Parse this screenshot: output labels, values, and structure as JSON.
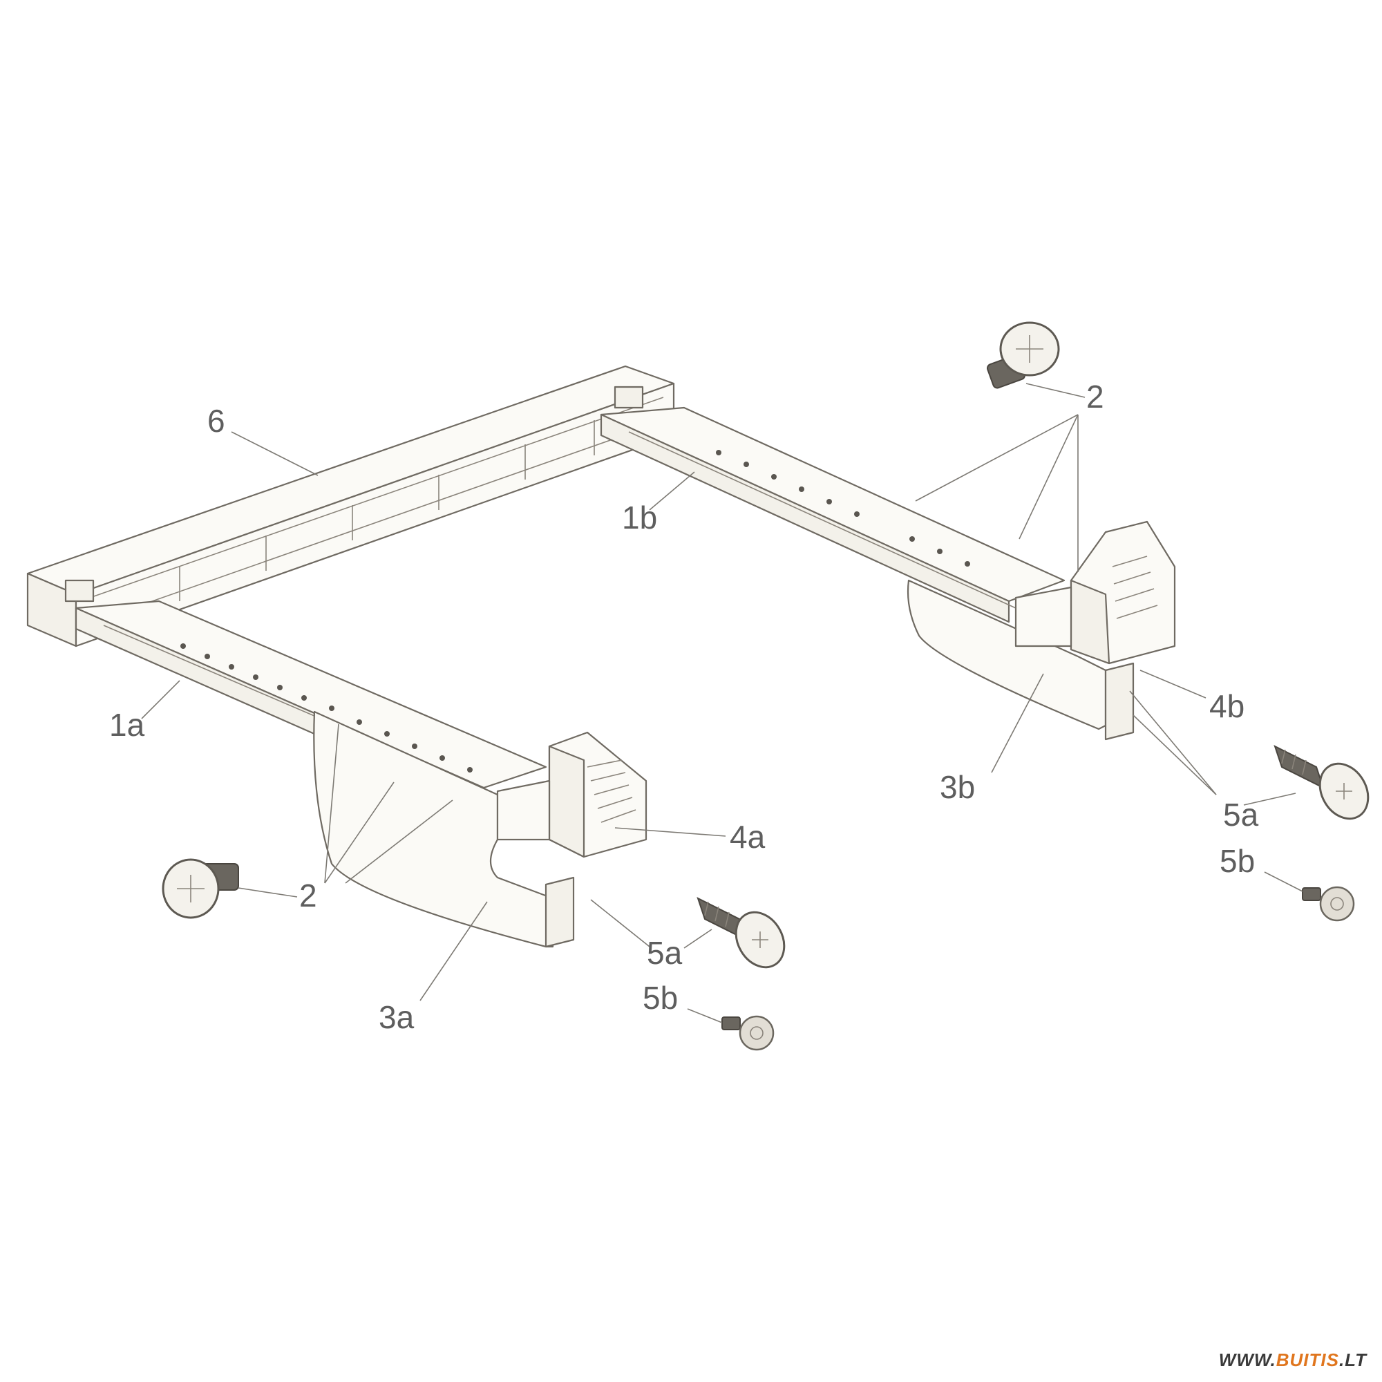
{
  "diagram": {
    "labels": {
      "frame_rear": "6",
      "rail_left": "1a",
      "rail_right": "1b",
      "bolt_top": "2",
      "bolt_left": "2",
      "bracket_left": "3a",
      "bracket_right": "3b",
      "foot_left": "4a",
      "foot_right": "4b",
      "screw_a_left": "5a",
      "screw_a_right": "5a",
      "screw_b_left": "5b",
      "screw_b_right": "5b"
    },
    "colors": {
      "line": "#6f6a62",
      "fill": "#fbfaf6",
      "label": "#5e5e5e"
    }
  },
  "brand": {
    "prefix": "WWW.",
    "name": "BUITIS",
    "suffix": ".LT",
    "prefix_color": "#3a3a3a",
    "name_color": "#e0761e"
  }
}
